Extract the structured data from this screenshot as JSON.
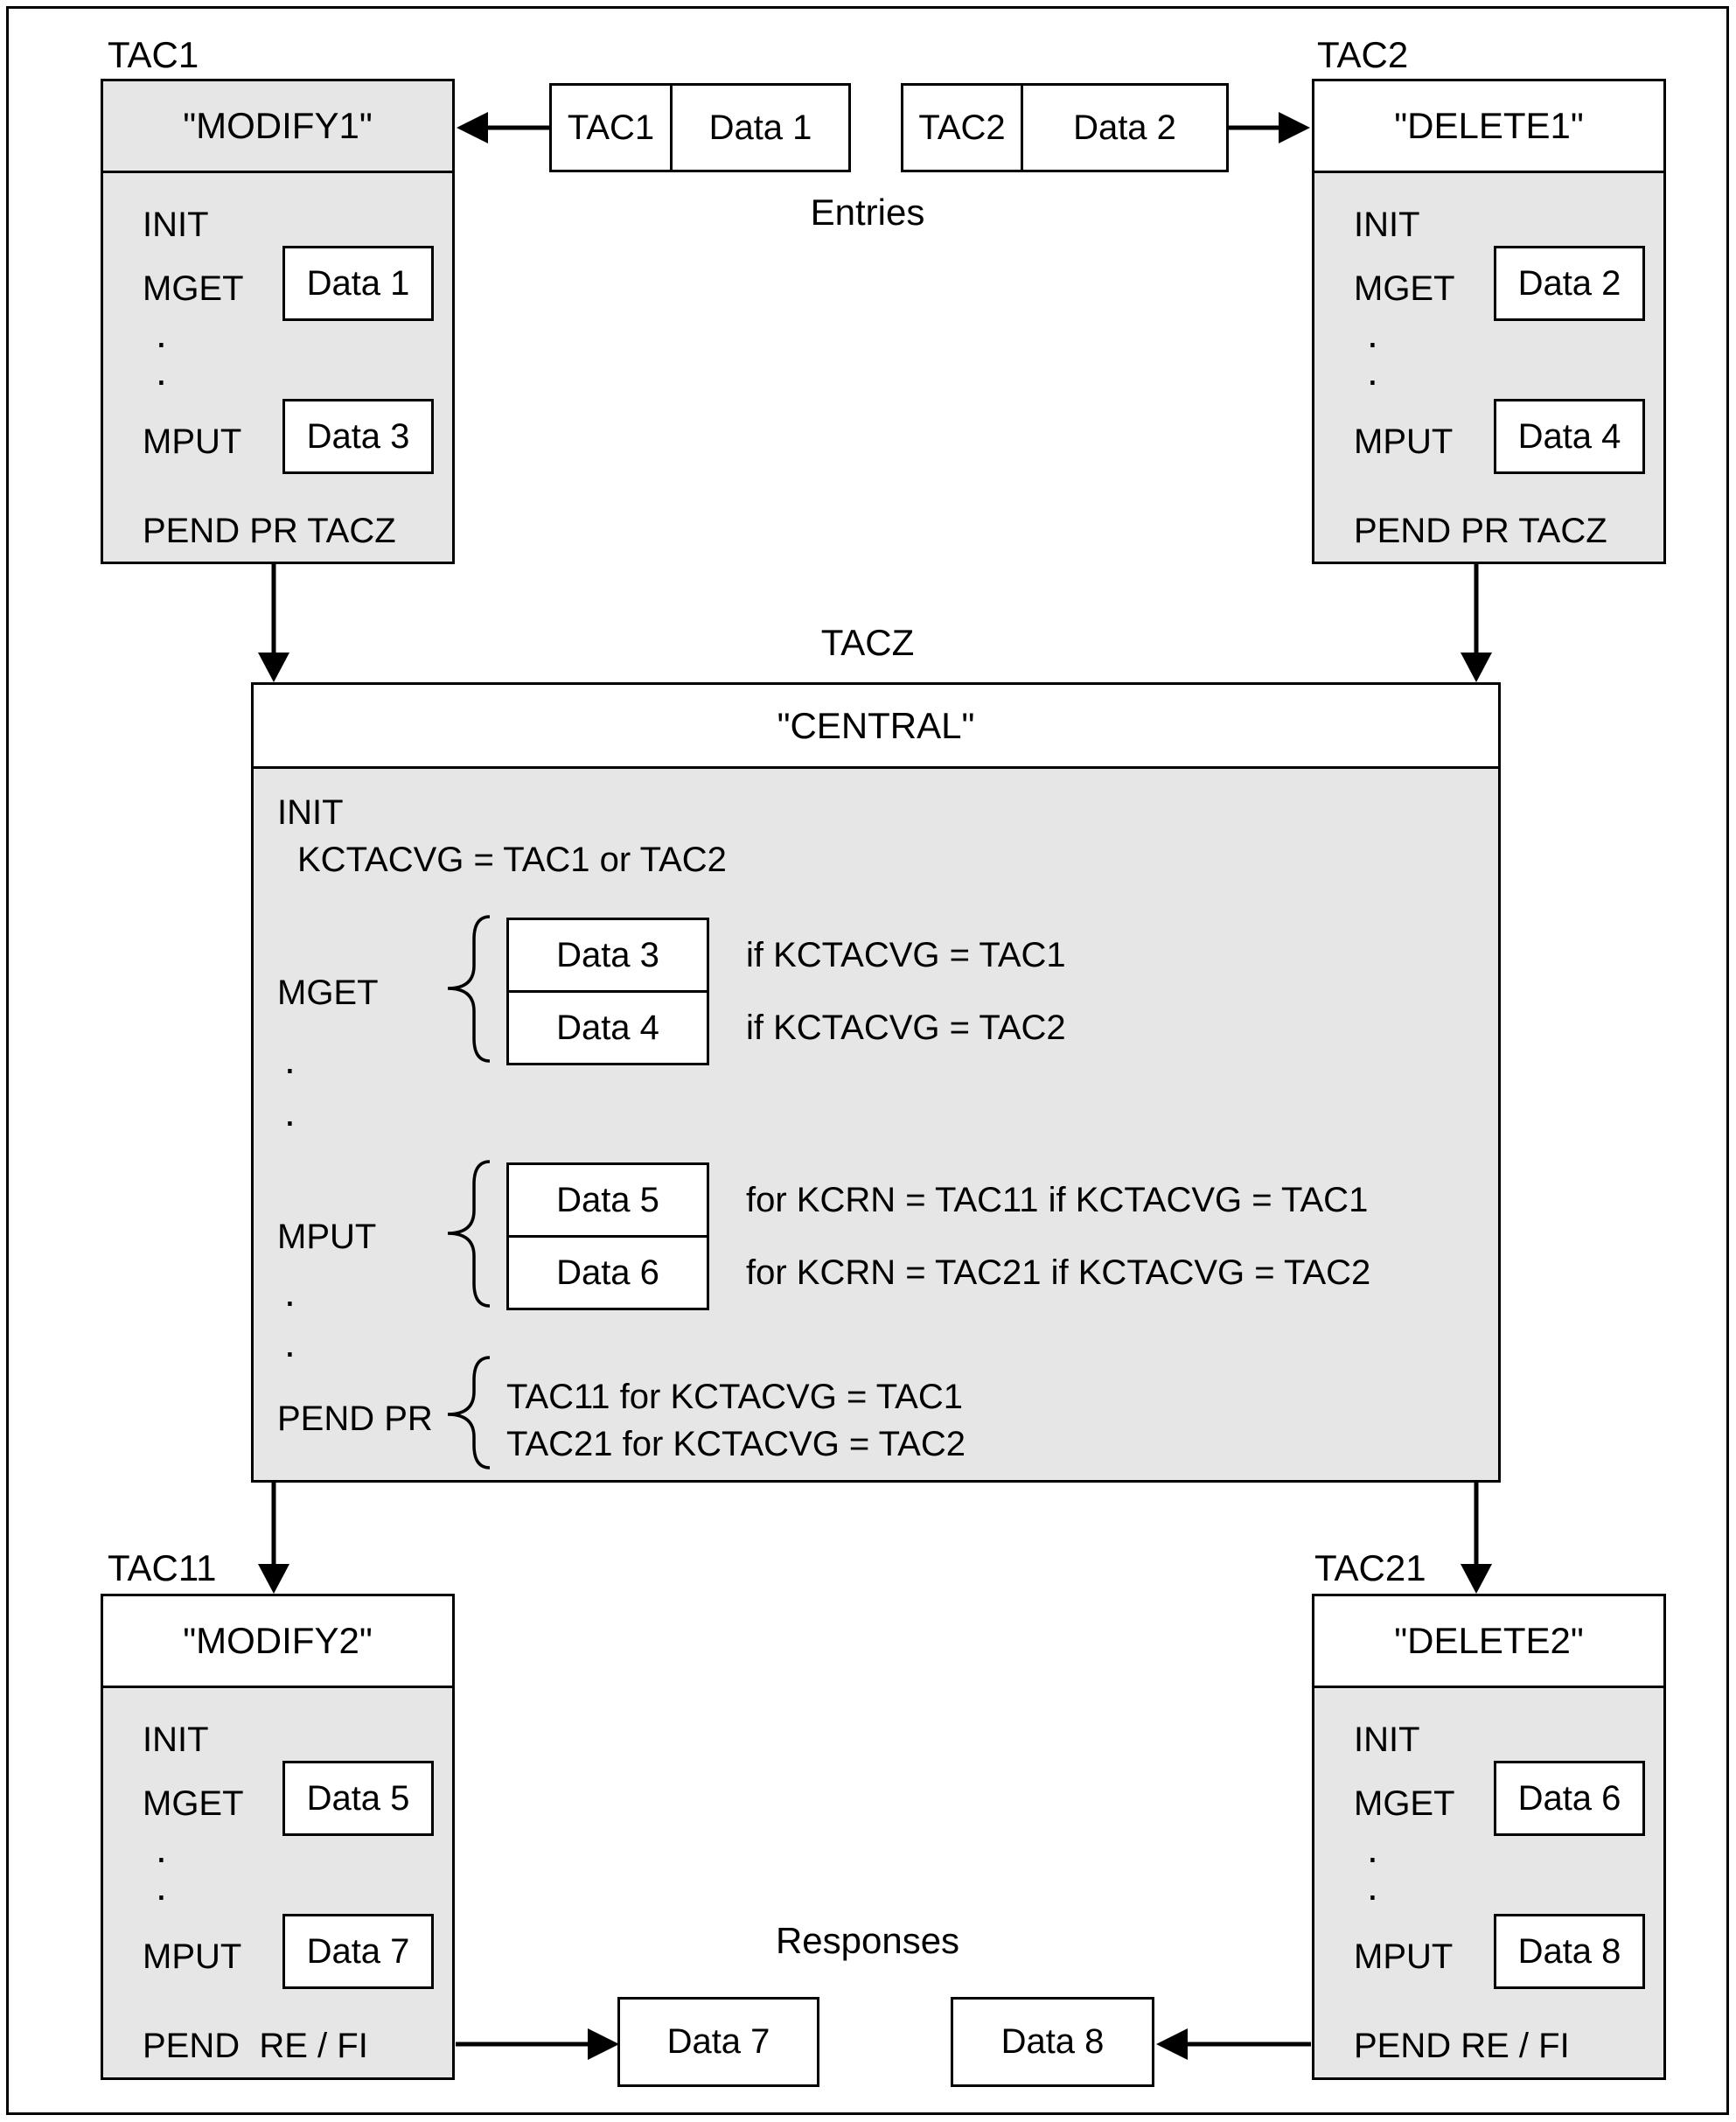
{
  "diagram": {
    "section_labels": {
      "entries": "Entries",
      "responses": "Responses"
    },
    "dot": "."
  },
  "colors": {
    "box_fill": "#e6e6e6",
    "line": "#000000",
    "background": "#ffffff"
  },
  "entries": [
    {
      "tac": "TAC1",
      "data": "Data 1"
    },
    {
      "tac": "TAC2",
      "data": "Data 2"
    }
  ],
  "responses": [
    {
      "data": "Data 7"
    },
    {
      "data": "Data 8"
    }
  ],
  "tac1": {
    "tag": "TAC1",
    "title": "\"MODIFY1\"",
    "init": "INIT",
    "mget": "MGET",
    "mget_data": "Data 1",
    "mput": "MPUT",
    "mput_data": "Data 3",
    "pend": "PEND PR TACZ"
  },
  "tac2": {
    "tag": "TAC2",
    "title": "\"DELETE1\"",
    "init": "INIT",
    "mget": "MGET",
    "mget_data": "Data 2",
    "mput": "MPUT",
    "mput_data": "Data 4",
    "pend": "PEND PR TACZ"
  },
  "tacz": {
    "tag": "TACZ",
    "title": "\"CENTRAL\"",
    "init": "INIT",
    "init_detail": "KCTACVG = TAC1 or TAC2",
    "mget": "MGET",
    "mget_cases": [
      {
        "data": "Data 3",
        "cond": "if KCTACVG = TAC1"
      },
      {
        "data": "Data 4",
        "cond": "if KCTACVG = TAC2"
      }
    ],
    "mput": "MPUT",
    "mput_cases": [
      {
        "data": "Data 5",
        "cond": "for KCRN = TAC11 if KCTACVG = TAC1"
      },
      {
        "data": "Data 6",
        "cond": "for KCRN = TAC21 if KCTACVG = TAC2"
      }
    ],
    "pend": "PEND PR",
    "pend_cases": [
      "TAC11 for KCTACVG = TAC1",
      "TAC21 for KCTACVG = TAC2"
    ]
  },
  "tac11": {
    "tag": "TAC11",
    "title": "\"MODIFY2\"",
    "init": "INIT",
    "mget": "MGET",
    "mget_data": "Data 5",
    "mput": "MPUT",
    "mput_data": "Data 7",
    "pend": "PEND  RE / FI"
  },
  "tac21": {
    "tag": "TAC21",
    "title": "\"DELETE2\"",
    "init": "INIT",
    "mget": "MGET",
    "mget_data": "Data 6",
    "mput": "MPUT",
    "mput_data": "Data 8",
    "pend": "PEND RE / FI"
  }
}
